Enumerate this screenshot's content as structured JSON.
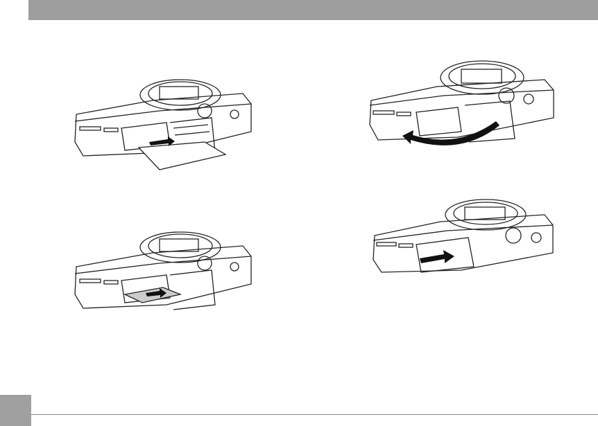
{
  "page": {
    "page_number": ""
  },
  "figures": [
    {
      "id": "insert-card-step",
      "description_icon": "memory-card-insert"
    },
    {
      "id": "close-cover-step",
      "description_icon": "cover-rotate-arrow"
    },
    {
      "id": "card-seated-step",
      "description_icon": "memory-card-push"
    },
    {
      "id": "lock-cover-step",
      "description_icon": "cover-slide-arrow"
    }
  ]
}
